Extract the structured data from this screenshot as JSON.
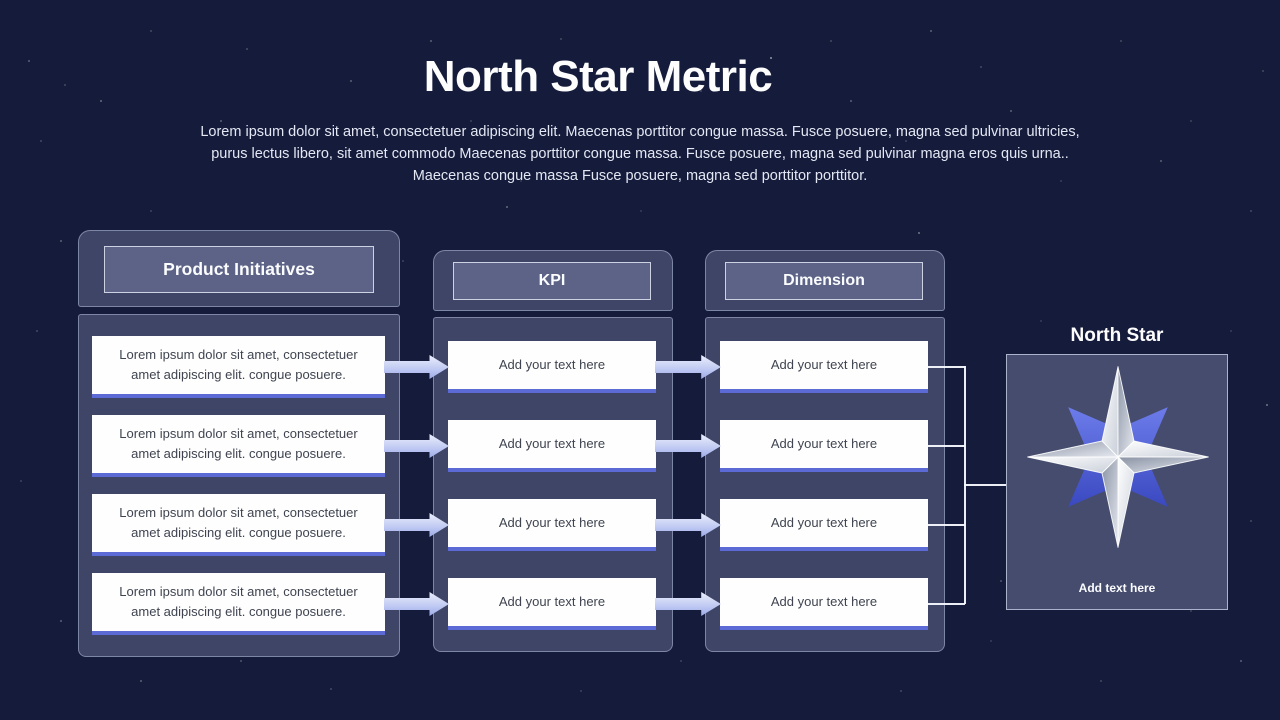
{
  "header": {
    "title": "North Star Metric",
    "subtitle_lines": [
      "Lorem ipsum dolor sit amet, consectetuer adipiscing elit. Maecenas porttitor congue massa. Fusce posuere, magna sed pulvinar ultricies,",
      "purus lectus  libero, sit amet commodo Maecenas porttitor congue massa. Fusce posuere, magna sed pulvinar magna eros quis urna..",
      "Maecenas congue massa Fusce posuere, magna sed porttitor porttitor."
    ]
  },
  "columns": {
    "product": {
      "header": "Product Initiatives",
      "cards": [
        "Lorem ipsum dolor sit amet, consectetuer amet adipiscing elit. congue posuere.",
        "Lorem ipsum dolor sit amet, consectetuer amet adipiscing elit. congue posuere.",
        "Lorem ipsum dolor sit amet, consectetuer amet adipiscing elit. congue posuere.",
        "Lorem ipsum dolor sit amet, consectetuer amet adipiscing elit. congue posuere."
      ]
    },
    "kpi": {
      "header": "KPI",
      "cards": [
        "Add your text here",
        "Add your text here",
        "Add your text here",
        "Add your text here"
      ]
    },
    "dimension": {
      "header": "Dimension",
      "cards": [
        "Add your text here",
        "Add your text here",
        "Add your text here",
        "Add your text here"
      ]
    }
  },
  "north_star": {
    "title": "North Star",
    "caption": "Add text here",
    "icon": "compass-star-icon"
  },
  "colors": {
    "background": "#151b3a",
    "panel": "#3e4567",
    "panel_header": "#5c6386",
    "card_accent": "#5b6ad4",
    "arrow": "#c6cff4",
    "star_blue": "#4e5fd8",
    "connector": "#f8faff"
  }
}
